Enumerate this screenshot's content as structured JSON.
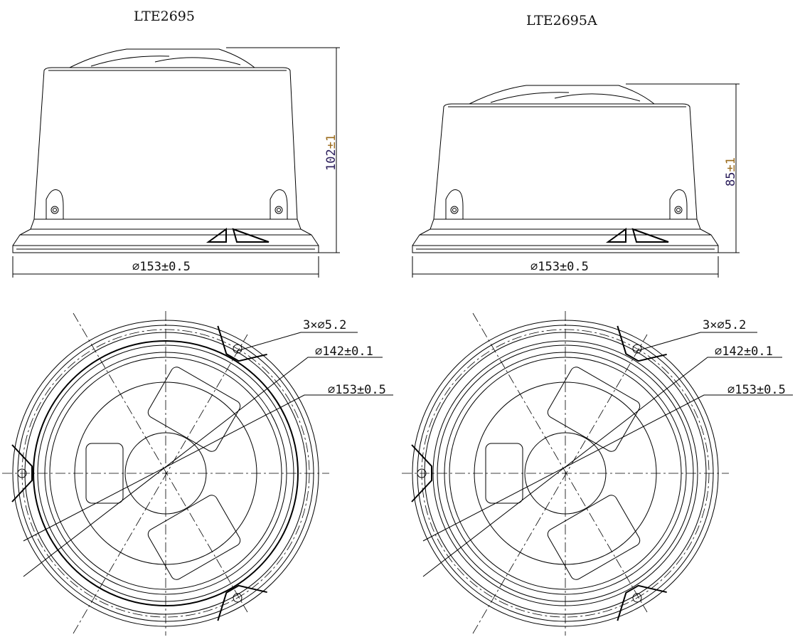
{
  "models": [
    {
      "title": "LTE2695",
      "height_dim": "102",
      "height_tol": "±1",
      "diameter_dim": "⌀153±0.5",
      "holes_callout": "3×⌀5.2",
      "inner_dia_callout": "⌀142±0.1",
      "outer_dia_callout": "⌀153±0.5"
    },
    {
      "title": "LTE2695A",
      "height_dim": "85",
      "height_tol": "±1",
      "diameter_dim": "⌀153±0.5",
      "holes_callout": "3×⌀5.2",
      "inner_dia_callout": "⌀142±0.1",
      "outer_dia_callout": "⌀153±0.5"
    }
  ]
}
